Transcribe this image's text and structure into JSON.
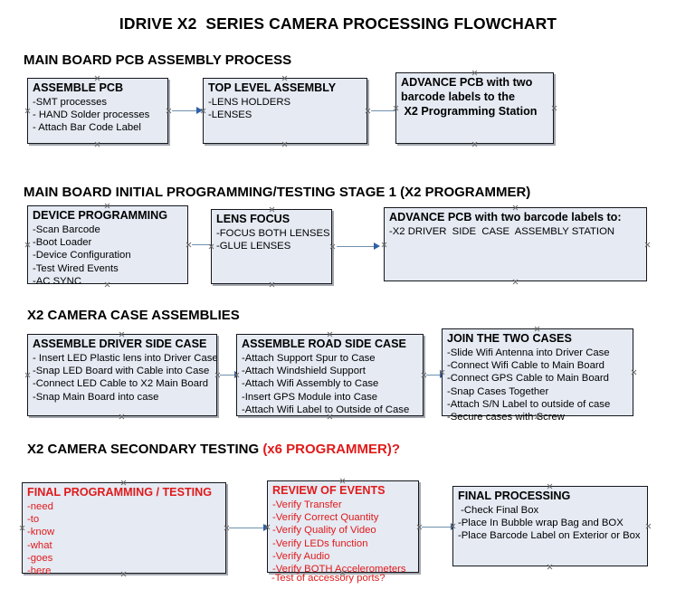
{
  "title": "IDRIVE X2  SERIES CAMERA PROCESSING FLOWCHART",
  "accent_color": "#e01a1a",
  "box_fill_color": "#e5eaf3",
  "arrow_color": "#6f90ae",
  "sections": [
    {
      "header": "MAIN BOARD PCB ASSEMBLY PROCESS",
      "header_accent": "",
      "boxes": [
        {
          "title": "ASSEMBLE PCB",
          "lines": [
            "-SMT processes",
            "- HAND Solder processes",
            "- Attach Bar Code Label"
          ]
        },
        {
          "title": "TOP LEVEL ASSEMBLY",
          "lines": [
            "-LENS HOLDERS",
            "-LENSES"
          ]
        },
        {
          "title": "ADVANCE PCB with two",
          "lines": [
            "barcode labels to the",
            " X2 Programming Station"
          ]
        }
      ]
    },
    {
      "header": "MAIN BOARD INITIAL PROGRAMMING/TESTING STAGE 1 (X2 PROGRAMMER)",
      "header_accent": "",
      "boxes": [
        {
          "title": "DEVICE PROGRAMMING",
          "lines": [
            "-Scan Barcode",
            "-Boot Loader",
            "-Device Configuration",
            "-Test Wired Events",
            "-AC SYNC"
          ]
        },
        {
          "title": "LENS FOCUS",
          "lines": [
            "-FOCUS BOTH LENSES",
            "-GLUE LENSES"
          ]
        },
        {
          "title": "ADVANCE PCB with two barcode labels to:",
          "lines": [
            "-X2 DRIVER  SIDE  CASE  ASSEMBLY STATION"
          ]
        }
      ]
    },
    {
      "header": "X2 CAMERA CASE ASSEMBLIES",
      "header_accent": "",
      "boxes": [
        {
          "title": "ASSEMBLE DRIVER SIDE CASE",
          "lines": [
            "- Insert LED Plastic lens into Driver Case",
            "-Snap LED Board with Cable into Case",
            "-Connect LED Cable to X2 Main Board",
            "-Snap Main Board into case"
          ]
        },
        {
          "title": "ASSEMBLE ROAD SIDE CASE",
          "lines": [
            "-Attach Support Spur to Case",
            "-Attach Windshield Support",
            "-Attach Wifi Assembly to Case",
            "-Insert GPS Module into Case",
            "-Attach Wifi Label to Outside of Case"
          ]
        },
        {
          "title": "JOIN THE TWO CASES",
          "lines": [
            "-Slide Wifi Antenna into Driver Case",
            "-Connect Wifi Cable to Main Board",
            "-Connect GPS Cable to Main Board",
            "-Snap Cases Together",
            "-Attach S/N Label to outside of case",
            "-Secure cases with Screw"
          ]
        }
      ]
    },
    {
      "header": "X2 CAMERA SECONDARY TESTING ",
      "header_accent": "(x6 PROGRAMMER)?",
      "boxes": [
        {
          "title": "FINAL PROGRAMMING / TESTING",
          "lines": [
            "-need",
            "-to",
            "-know",
            "-what",
            "-goes",
            "-here"
          ]
        },
        {
          "title": "REVIEW OF EVENTS",
          "lines": [
            "-Verify Transfer",
            "-Verify Correct Quantity",
            "-Verify Quality of Video",
            "-Verify LEDs function",
            "-Verify Audio",
            "-Verify BOTH Accelerometers"
          ],
          "overflow_line": "-Test of accessory ports?"
        },
        {
          "title": "FINAL PROCESSING",
          "lines": [
            " -Check Final Box",
            "-Place In Bubble wrap Bag and BOX",
            "-Place Barcode Label on Exterior or Box"
          ]
        }
      ]
    }
  ]
}
